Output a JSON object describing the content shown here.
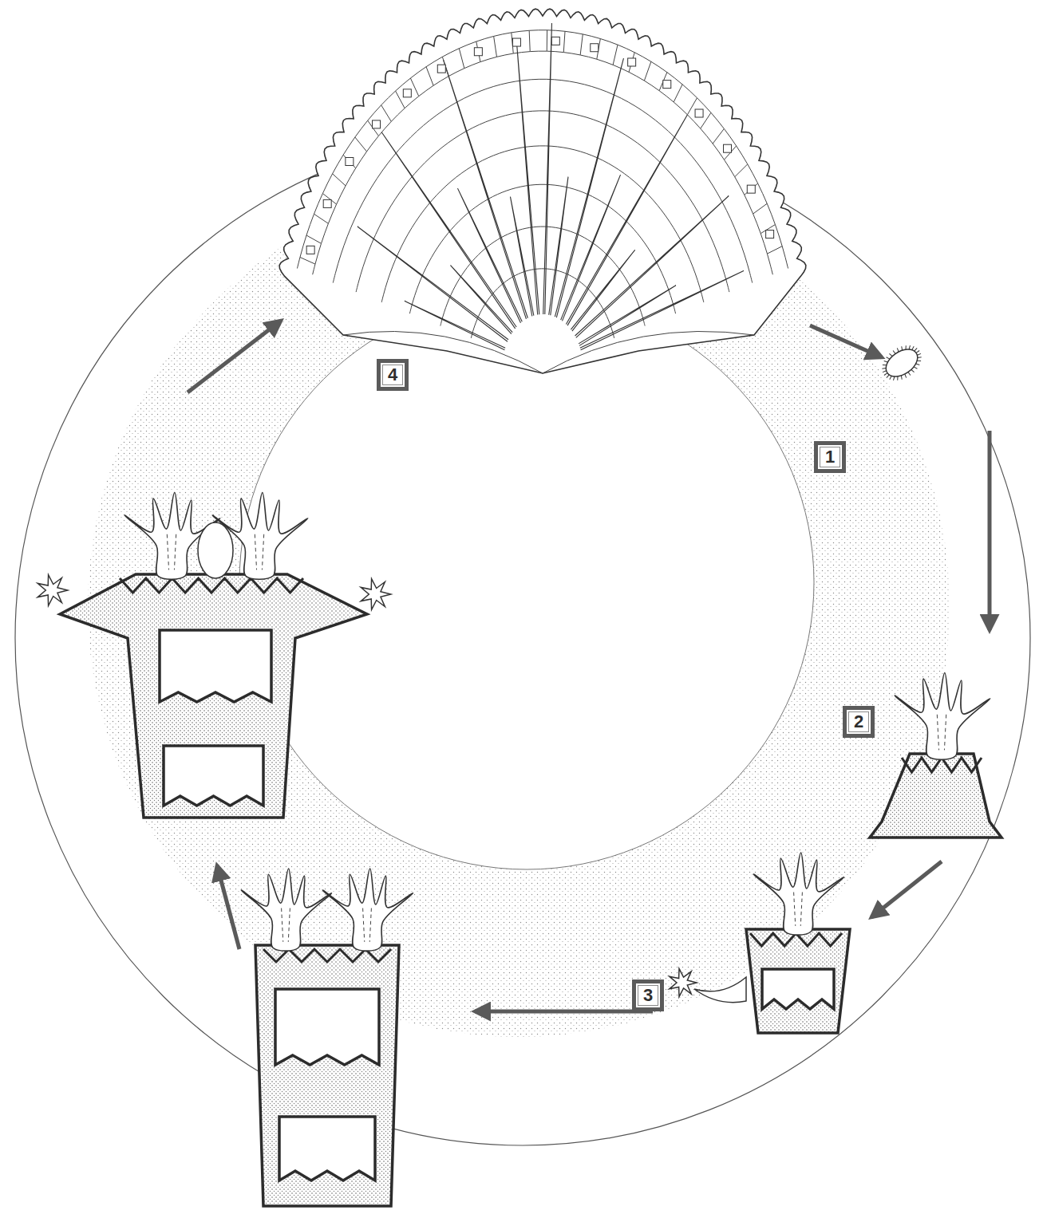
{
  "diagram": {
    "nodes": [
      {
        "text": [
          "4"
        ]
      },
      {
        "text": [
          "1"
        ]
      },
      {
        "text": [
          "2"
        ]
      },
      {
        "text": [
          "3"
        ]
      }
    ]
  }
}
